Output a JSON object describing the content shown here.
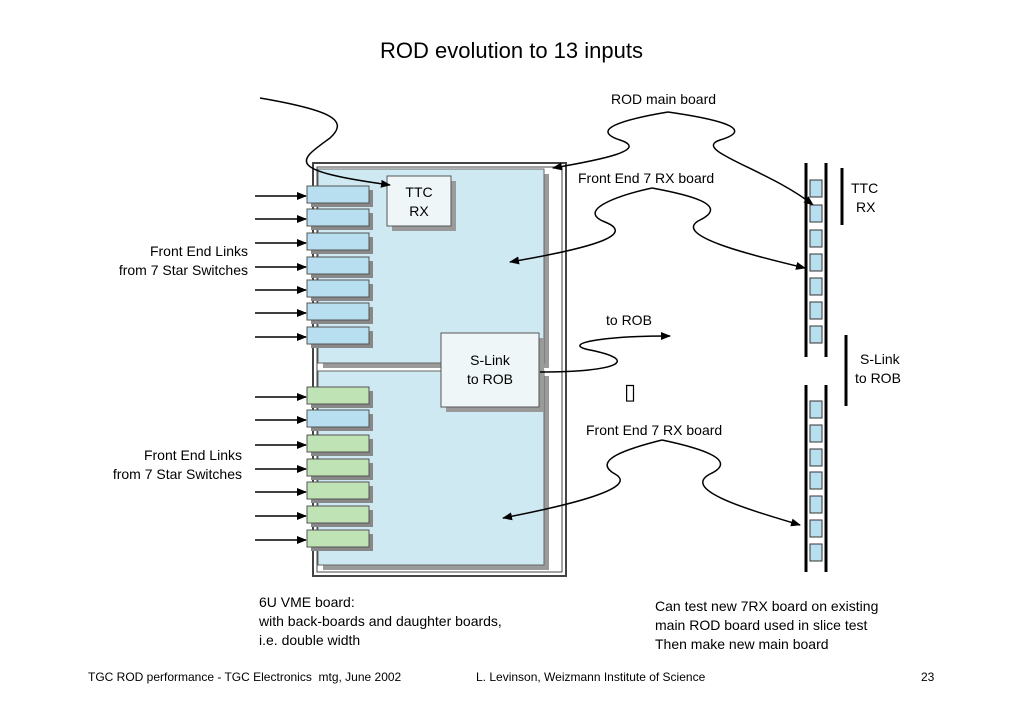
{
  "title": "ROD evolution to 13 inputs",
  "labels": {
    "rod_main_board": "ROD main board",
    "front_end_7rx_top": "Front End 7 RX board",
    "front_end_7rx_bottom": "Front End 7 RX board",
    "to_rob": "to ROB",
    "ttc_rx_block": [
      "TTC",
      "RX"
    ],
    "slink_block": [
      "S-Link",
      "to ROB"
    ],
    "ttc_rx_side": [
      "TTC",
      "RX"
    ],
    "slink_side": [
      "S-Link",
      "to ROB"
    ],
    "front_end_links_top": [
      "Front End Links",
      "from 7 Star Switches"
    ],
    "front_end_links_bottom": [
      "Front End Links",
      "from 7 Star Switches"
    ],
    "vme_note": [
      "6U VME board:",
      "with back-boards and daughter boards,",
      "i.e. double width"
    ],
    "test_note": [
      "Can test new 7RX board on existing",
      "main ROD board used in slice test",
      "Then make new main board"
    ],
    "glyph": "▯"
  },
  "footer": {
    "left": "TGC ROD performance - TGC Electronics  mtg, June 2002",
    "center": "L. Levinson, Weizmann Institute of Science",
    "page": "23"
  },
  "colors": {
    "board_fill": "#cfe9f2",
    "connector_blue": "#b8dff0",
    "connector_green": "#bfe3b4",
    "shadow": "#9a9a9a"
  }
}
